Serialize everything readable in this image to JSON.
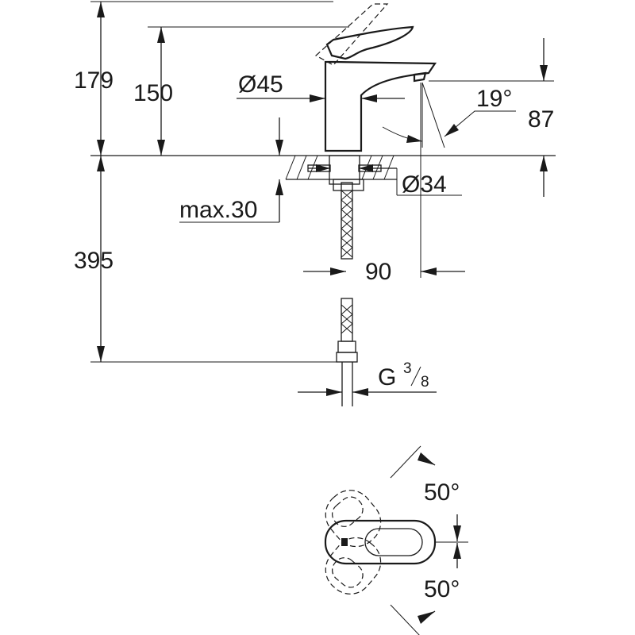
{
  "drawing": {
    "dimensions": {
      "total_height": "179",
      "spout_height": "150",
      "body_diameter": "Ø45",
      "spout_angle": "19°",
      "spout_height_right": "87",
      "hole_diameter": "Ø34",
      "deck_thickness": "max.30",
      "hose_length": "395",
      "spout_reach": "90",
      "connection_thread_prefix": "G",
      "connection_thread_num": "3",
      "connection_thread_den": "8",
      "lever_rotation_up": "50°",
      "lever_rotation_down": "50°"
    },
    "colors": {
      "line": "#1a1a1a",
      "background": "#ffffff"
    }
  }
}
